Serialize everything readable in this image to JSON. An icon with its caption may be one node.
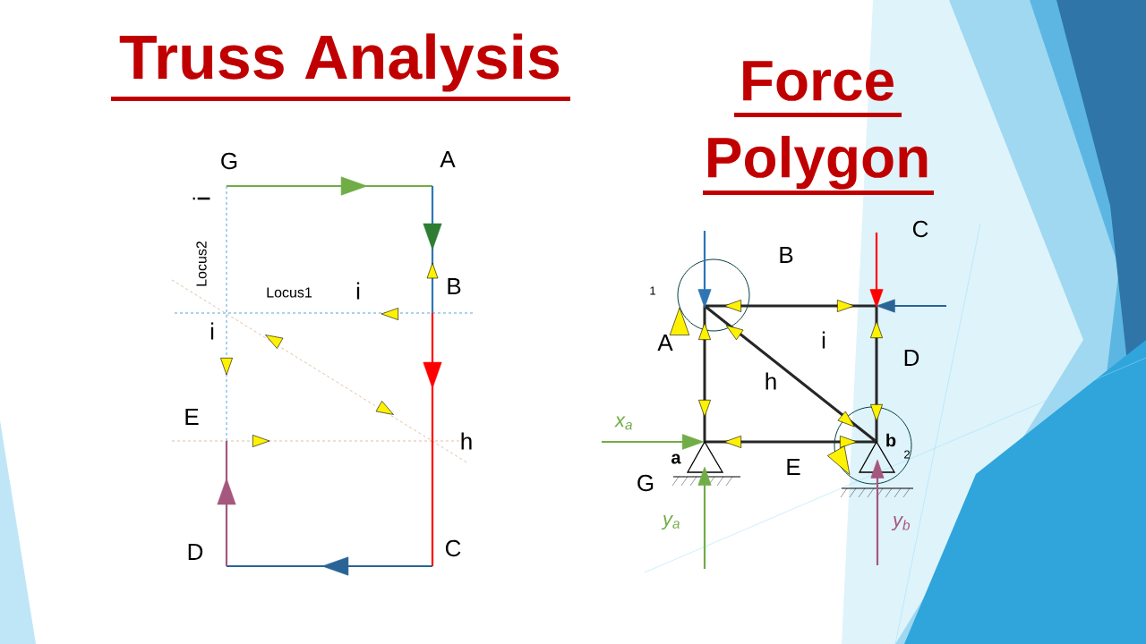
{
  "diagram": {
    "title": "Truss Analysis",
    "labels": [
      "Force Polygon",
      "G",
      "A",
      "i",
      "Locus2",
      "Locus1",
      "i",
      "B",
      "i",
      "E",
      "h",
      "D",
      "C",
      "B",
      "C",
      "1",
      "A",
      "i",
      "D",
      "h",
      "x$_{a}$",
      "a",
      "b",
      "2",
      "E",
      "G",
      "y$_{a}$",
      "y$_{b}$"
    ]
  }
}
